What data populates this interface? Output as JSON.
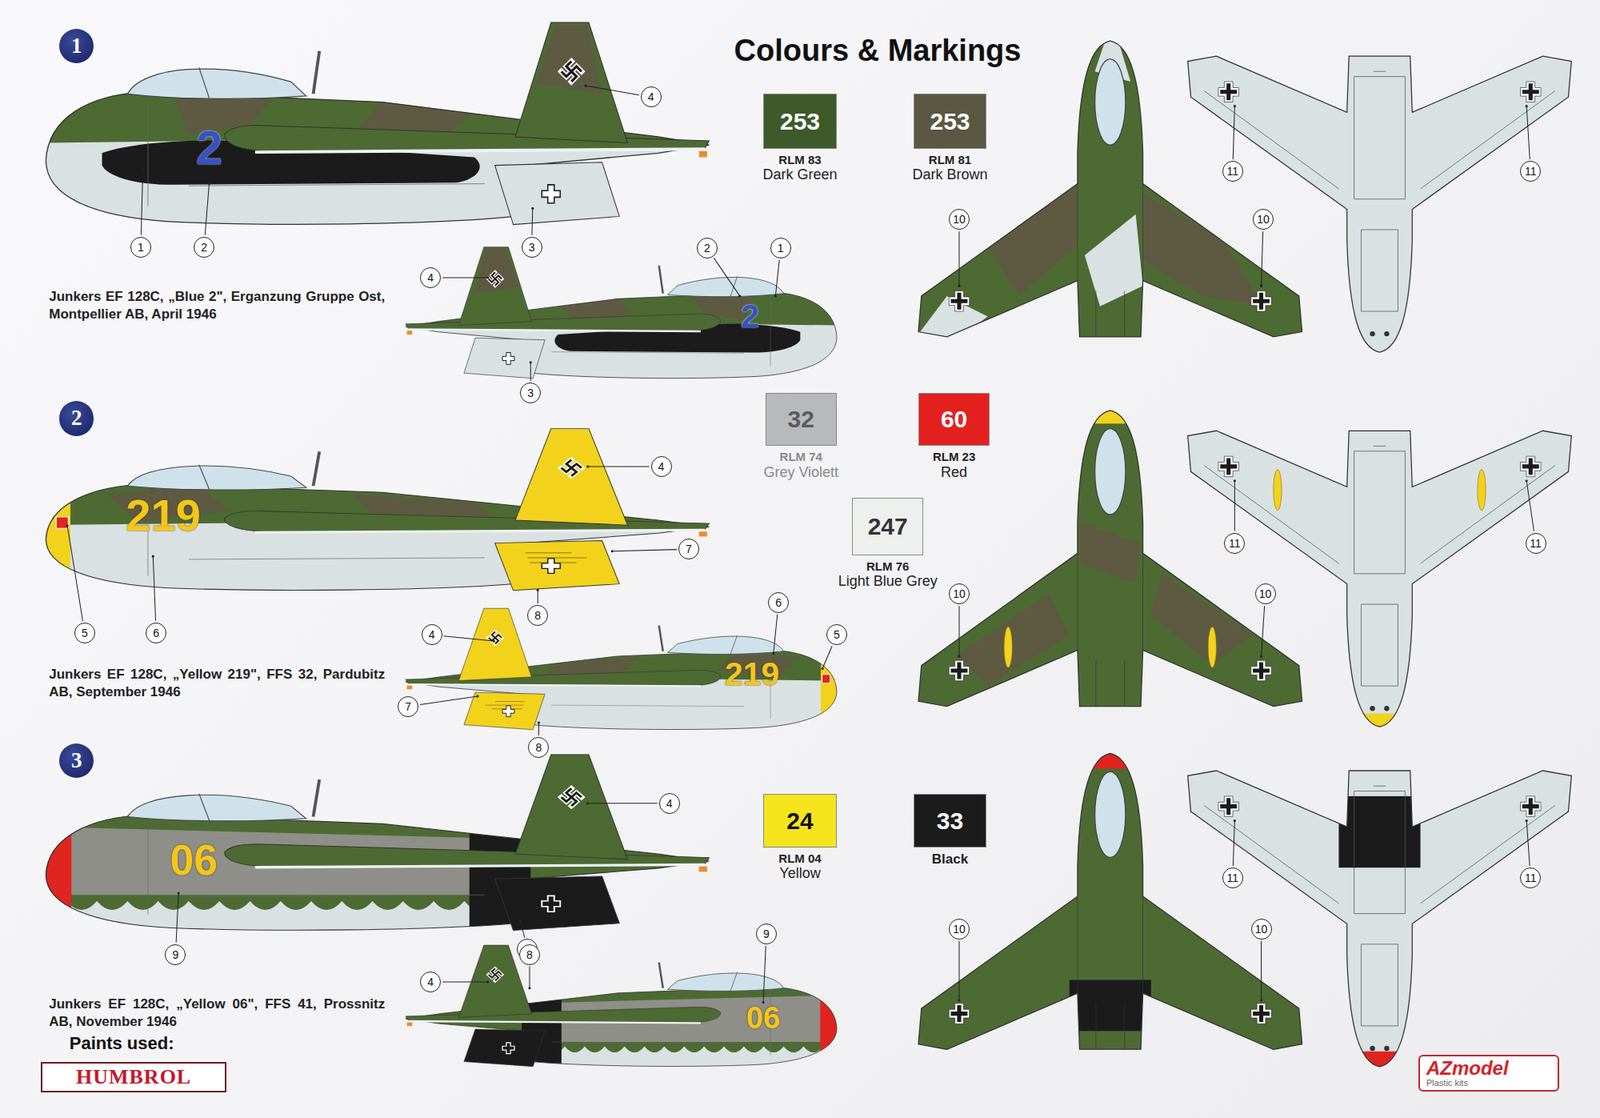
{
  "diagram": {
    "title": "Colours & Markings",
    "nodes": [
      {
        "text": [
          "1"
        ]
      },
      {
        "text": [
          "253",
          "RLM 83",
          "Dark Green"
        ]
      },
      {
        "text": [
          "253",
          "RLM 81",
          "Dark Brown"
        ]
      },
      {
        "text": [
          "2"
        ]
      },
      {
        "text": [
          "32",
          "RLM 74",
          "Grey Violett"
        ]
      },
      {
        "text": [
          "60",
          "RLM 23",
          "Red"
        ]
      },
      {
        "text": [
          "247",
          "RLM 76",
          "Light Blue Grey"
        ]
      },
      {
        "text": [
          "3"
        ]
      },
      {
        "text": [
          "24",
          "RLM 04",
          "Yellow"
        ]
      },
      {
        "text": [
          "33",
          "Black"
        ]
      },
      {
        "text": [
          "HUMBROL"
        ]
      },
      {
        "text": [
          "AZmodel",
          "Plastic kits"
        ]
      }
    ],
    "labels": [
      "Junkers EF 128C, „Blue 2\", Erganzung Gruppe Ost, Montpellier AB, April 1946",
      "2",
      "2",
      "4",
      "1",
      "2",
      "3",
      "4",
      "2",
      "1",
      "3",
      "10",
      "10",
      "11",
      "11",
      "Junkers EF 128C, „Yellow 219\", FFS 32, Pardubitz AB, September 1946",
      "219",
      "219",
      "4",
      "7",
      "8",
      "5",
      "6",
      "4",
      "7",
      "8",
      "6",
      "5",
      "10",
      "10",
      "11",
      "11",
      "Junkers EF 128C, „Yellow 06\", FFS 41, Prossnitz AB, November 1946",
      "06",
      "06",
      "4",
      "9",
      "8",
      "4",
      "8",
      "9",
      "10",
      "10",
      "11",
      "11",
      "Paints used:"
    ]
  }
}
